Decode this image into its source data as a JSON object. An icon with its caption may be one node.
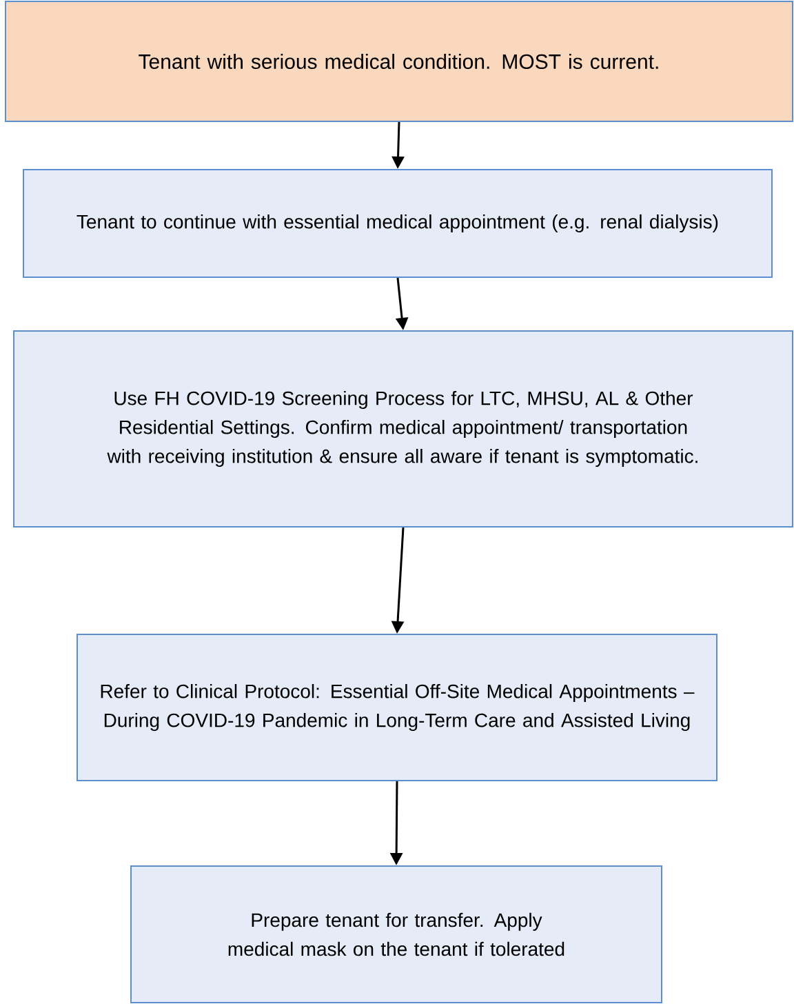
{
  "diagram": {
    "nodes": [
      {
        "text": [
          "Tenant with serious medical condition. MOST is current."
        ]
      },
      {
        "text": [
          "Tenant to continue with essential medical appointment (e.g. renal dialysis)"
        ]
      },
      {
        "text": [
          "Use FH COVID-19 Screening Process for LTC, MHSU, AL & Other Residential Settings. Confirm medical appointment/ transportation with receiving institution & ensure all aware if tenant is symptomatic."
        ]
      },
      {
        "text": [
          "Refer to  Clinical Protocol: Essential Off-Site Medical Appointments – During COVID-19 Pandemic in Long-Term Care and Assisted Living"
        ]
      },
      {
        "text": [
          "Prepare tenant for transfer. Apply medical mask on the tenant if tolerated"
        ]
      }
    ],
    "edges": [
      {
        "from": 0,
        "to": 1,
        "arrow": "to"
      },
      {
        "from": 1,
        "to": 2,
        "arrow": "to"
      },
      {
        "from": 2,
        "to": 3,
        "arrow": "to"
      },
      {
        "from": 3,
        "to": 4,
        "arrow": "to"
      }
    ]
  }
}
